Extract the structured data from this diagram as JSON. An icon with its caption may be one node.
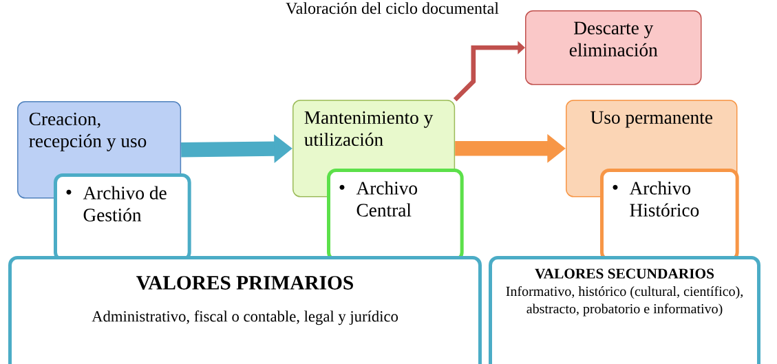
{
  "diagram": {
    "title": "Valoración del ciclo documental",
    "nodes": [
      {
        "text": [
          "Creacion, recepción y uso"
        ]
      },
      {
        "text": [
          "Archivo de Gestión"
        ]
      },
      {
        "text": [
          "Mantenimiento y utilización"
        ]
      },
      {
        "text": [
          "Archivo Central"
        ]
      },
      {
        "text": [
          "Descarte y eliminación"
        ]
      },
      {
        "text": [
          "Uso permanente"
        ]
      },
      {
        "text": [
          "Archivo Histórico"
        ]
      },
      {
        "text": [
          "VALORES PRIMARIOS",
          "Administrativo, fiscal o contable, legal y jurídico"
        ]
      },
      {
        "text": [
          "VALORES SECUNDARIOS",
          "Informativo, histórico (cultural, científico), abstracto, probatorio e informativo)"
        ]
      }
    ],
    "edges": [
      {
        "from": 0,
        "to": 2,
        "arrow": "to",
        "color": "#4bacc6"
      },
      {
        "from": 2,
        "to": 5,
        "arrow": "to",
        "color": "#f79646"
      },
      {
        "from": 2,
        "to": 4,
        "arrow": "to",
        "color": "#c0504d"
      }
    ]
  }
}
